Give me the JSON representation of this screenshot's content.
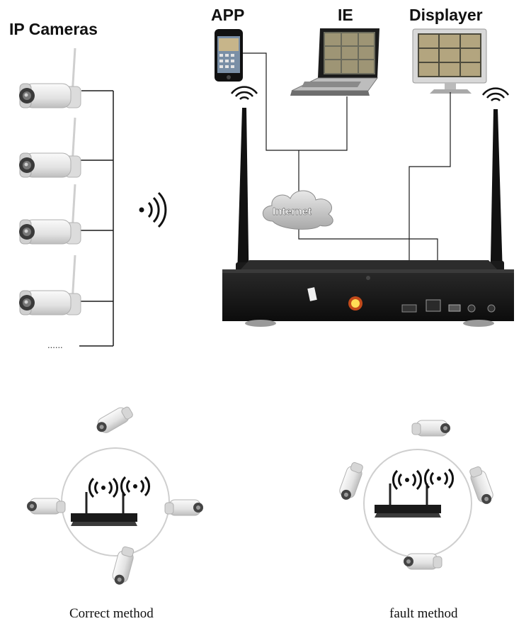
{
  "labels": {
    "ip_cameras": "IP Cameras",
    "app": "APP",
    "ie": "IE",
    "displayer": "Displayer",
    "internet": "Internet",
    "correct": "Correct method",
    "fault": "fault method"
  },
  "icons": [
    "camera-icon",
    "phone-icon",
    "laptop-icon",
    "monitor-icon",
    "cloud-icon",
    "nvr-icon",
    "antenna-icon",
    "wifi-signal-icon"
  ],
  "colors": {
    "line": "#1a1a1a",
    "circle": "#cfcfcf",
    "device": "#141414",
    "camera": "#e9e9e9"
  }
}
